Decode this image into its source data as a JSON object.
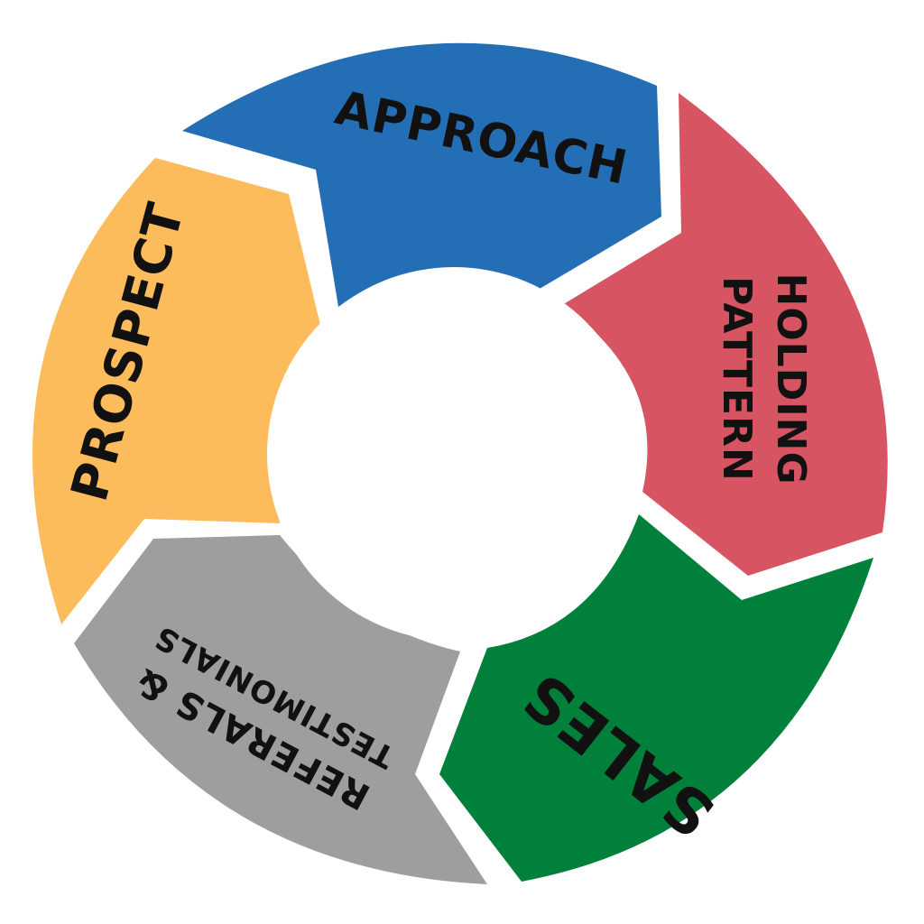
{
  "diagram": {
    "segments": [
      {
        "id": "approach",
        "lines": [
          "APPROACH"
        ],
        "color": "#236EB5"
      },
      {
        "id": "holding-pattern",
        "lines": [
          "HOLDING",
          "PATTERN"
        ],
        "color": "#D75563"
      },
      {
        "id": "sales",
        "lines": [
          "SALES"
        ],
        "color": "#00803A"
      },
      {
        "id": "referrals-testimonials",
        "lines": [
          "REFERALS &",
          "TESTIMONIALS"
        ],
        "color": "#9E9E9E"
      },
      {
        "id": "prospect",
        "lines": [
          "PROSPECT"
        ],
        "color": "#FDBC5C"
      }
    ],
    "background_color": "#FFFFFF"
  }
}
